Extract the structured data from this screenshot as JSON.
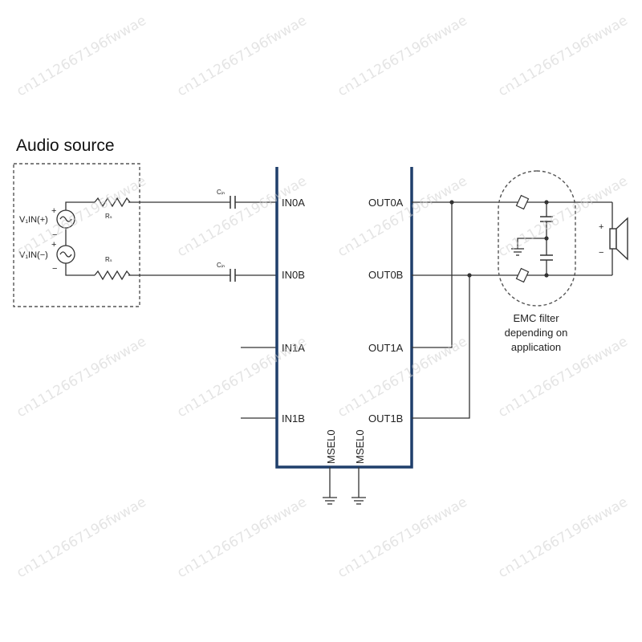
{
  "title": "Audio source",
  "sources": {
    "pos_label": "V₁IN(+)",
    "neg_label": "V₁IN(−)",
    "plus": "+",
    "minus": "−"
  },
  "resistors": [
    "Rₛ",
    "Rₛ"
  ],
  "capacitors": [
    "Cᵢₙ",
    "Cᵢₙ"
  ],
  "chip": {
    "inputs": [
      "IN0A",
      "IN0B",
      "IN1A",
      "IN1B"
    ],
    "outputs": [
      "OUT0A",
      "OUT0B",
      "OUT1A",
      "OUT1B"
    ],
    "mode_pins": [
      "MSEL0",
      "MSEL0"
    ]
  },
  "emc_filter": {
    "line1": "EMC filter",
    "line2": "depending on",
    "line3": "application"
  },
  "speaker": {
    "plus": "+",
    "minus": "−"
  },
  "watermark": "cn1112667196fwwae",
  "colors": {
    "chip_outline": "#1f3f6b",
    "wire": "#333333"
  }
}
